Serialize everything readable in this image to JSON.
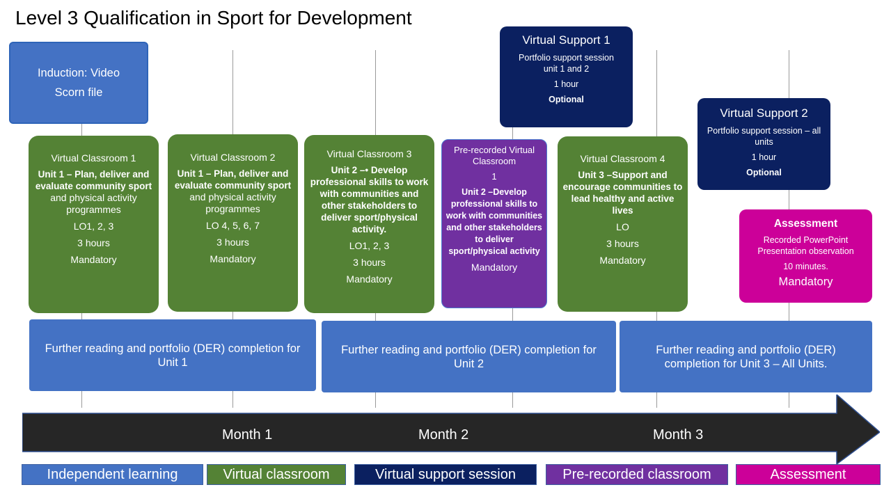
{
  "title": "Level 3 Qualification in Sport for Development",
  "induction": {
    "line1": "Induction: Video",
    "line2": "Scorn file"
  },
  "virtual_support_1": {
    "title": "Virtual Support 1",
    "desc": "Portfolio support session unit 1 and 2",
    "duration": "1 hour",
    "status": "Optional"
  },
  "virtual_support_2": {
    "title": "Virtual Support 2",
    "desc": "Portfolio support session – all units",
    "duration": "1 hour",
    "status": "Optional"
  },
  "classrooms": [
    {
      "title": "Virtual Classroom 1",
      "unit": "Unit 1  – Plan, deliver and evaluate community sport",
      "unit_rest": "and physical activity programmes",
      "lo": "LO1, 2, 3",
      "duration": "3 hours",
      "status": "Mandatory"
    },
    {
      "title": "Virtual Classroom 2",
      "unit": "Unit 1  – Plan, deliver and evaluate community sport",
      "unit_rest": "and physical activity programmes",
      "lo": "LO 4, 5, 6, 7",
      "duration": "3 hours",
      "status": "Mandatory"
    },
    {
      "title": "Virtual Classroom 3",
      "unit": "Unit 2  –• Develop professional skills to work with communities and other stakeholders to deliver sport/physical activity.",
      "lo": "LO1, 2, 3",
      "duration": "3 hours",
      "status": "Mandatory"
    },
    {
      "title": "Virtual Classroom 4",
      "unit": "Unit 3  –Support and encourage communities to lead healthy and active lives",
      "lo": "LO",
      "duration": "3 hours",
      "status": "Mandatory"
    }
  ],
  "prerecorded": {
    "title": "Pre-recorded Virtual Classroom",
    "number": "1",
    "unit": "Unit 2  –Develop professional skills to work with communities and other stakeholders to deliver sport/physical activity",
    "status": "Mandatory"
  },
  "assessment": {
    "title": "Assessment",
    "desc": "Recorded PowerPoint Presentation observation",
    "duration": "10 minutes.",
    "status": "Mandatory"
  },
  "further_reading": [
    "Further reading and portfolio (DER) completion for Unit 1",
    "Further reading and portfolio (DER) completion for Unit 2",
    "Further reading and portfolio (DER) completion for Unit 3 – All Units."
  ],
  "months": [
    "Month 1",
    "Month 2",
    "Month 3"
  ],
  "legend": [
    {
      "label": "Independent learning",
      "color": "#4472c4"
    },
    {
      "label": "Virtual classroom",
      "color": "#548235"
    },
    {
      "label": "Virtual support session",
      "color": "#0b2060"
    },
    {
      "label": "Pre-recorded classroom",
      "color": "#7030a0"
    },
    {
      "label": "Assessment",
      "color": "#cc0099"
    }
  ]
}
